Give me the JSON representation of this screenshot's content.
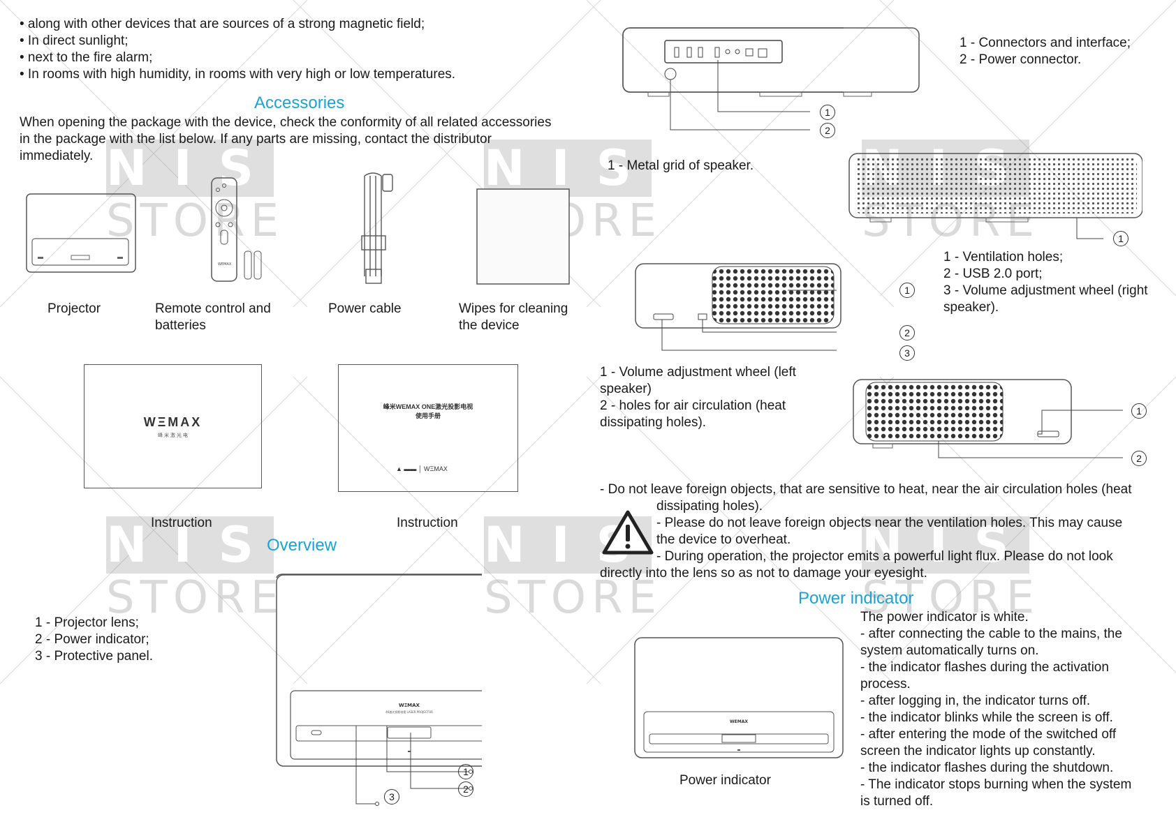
{
  "safety_bullets": [
    "• along with other devices that are sources of a strong magnetic field;",
    "• In direct sunlight;",
    "• next to the fire alarm;",
    "• In rooms with high humidity, in rooms with very high or low temperatures."
  ],
  "accessories": {
    "heading": "Accessories",
    "intro": "When opening the package with the device, check the conformity of all related accessories\nin the package with the list below. If any parts are missing, contact the distributor\nimmediately.",
    "items": [
      {
        "label": "Projector"
      },
      {
        "label": "Remote control and\nbatteries"
      },
      {
        "label": "Power cable"
      },
      {
        "label": "Wipes for cleaning\nthe device"
      },
      {
        "label": "Instruction"
      },
      {
        "label": "Instruction"
      }
    ],
    "box_brand": "WΞMAX",
    "box_brand_sub": "峰 米 激 光 电",
    "booklet_title": "峰米WEMAX ONE激光投影电视\n使用手册",
    "remote_brand": "WEMAX"
  },
  "overview": {
    "heading": "Overview",
    "list": "1 - Projector lens;\n2 - Power indicator;\n3 - Protective panel.",
    "device_brand": "WΞMAX",
    "device_sub": "4K激光投影电视 LASER PROJECTOR",
    "callouts": [
      "1",
      "2",
      "3"
    ]
  },
  "connectors": {
    "list": "1 - Connectors and interface;\n2 - Power connector.",
    "callouts": [
      "1",
      "2"
    ]
  },
  "speaker": {
    "list": "1 - Metal grid of speaker.",
    "callouts": [
      "1"
    ]
  },
  "right_side": {
    "list": "1 - Ventilation holes;\n2 - USB 2.0 port;\n3 - Volume adjustment wheel (right\nspeaker).",
    "callouts": [
      "1",
      "2",
      "3"
    ]
  },
  "left_side": {
    "list": "1 - Volume adjustment wheel (left\nspeaker)\n2 - holes for air circulation (heat\ndissipating holes).",
    "callouts": [
      "1",
      "2"
    ]
  },
  "warning": {
    "line1": "- Do not leave foreign objects, that are sensitive to heat, near the air circulation holes (heat",
    "line2": "dissipating holes).",
    "line3": "- Please do not leave foreign objects near the ventilation holes. This may cause",
    "line4": "the device to overheat.",
    "line5": "- During operation, the projector emits a powerful light flux. Please do not look",
    "line6": "directly into the lens so as not to damage your eyesight."
  },
  "power_indicator": {
    "heading": "Power indicator",
    "caption": "Power indicator",
    "device_brand": "WEMAX",
    "text": "The power indicator is white.\n- after connecting the cable to the mains, the\nsystem automatically turns on.\n- the indicator flashes during the activation\nprocess.\n- after logging in, the indicator turns off.\n- the indicator blinks while the screen is off.\n- after entering the mode of the switched off\nscreen the indicator lights up constantly.\n- the indicator flashes during the shutdown.\n- The indicator stops burning when the system\nis turned off."
  },
  "watermark": {
    "top": "NIS",
    "bottom": "STORE"
  }
}
